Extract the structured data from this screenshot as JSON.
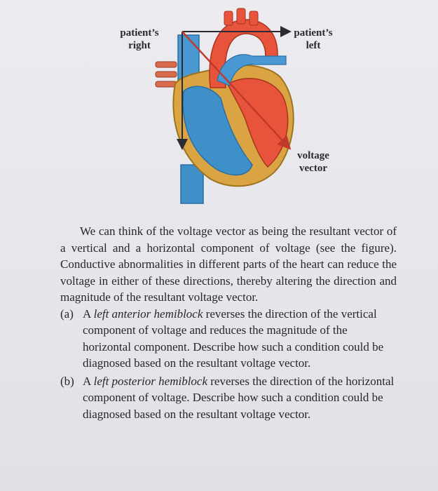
{
  "figure": {
    "label_right_line1": "patient’s",
    "label_right_line2": "right",
    "label_left_line1": "patient’s",
    "label_left_line2": "left",
    "label_voltage_line1": "voltage",
    "label_voltage_line2": "vector"
  },
  "intro": "We can think of the voltage vector as being the resultant vector of a vertical and a horizontal component of voltage (see the figure). Conductive abnormalities in different parts of the heart can reduce the voltage in either of these directions, thereby altering the direction and magnitude of the resultant voltage vector.",
  "item_a": {
    "tag": "(a)",
    "prefix": "A ",
    "term": "left anterior hemiblock",
    "rest": " reverses the direction of the vertical component of voltage and reduces the magnitude of the horizontal component. Describe how such a condition could be diagnosed based on the resultant voltage vector."
  },
  "item_b": {
    "tag": "(b)",
    "prefix": "A ",
    "term": "left posterior hemiblock",
    "rest": " reverses the direction of the horizontal component of voltage. Describe how such a condition could be diagnosed based on the resultant voltage vector."
  },
  "colors": {
    "arteries": "#e8533c",
    "veins": "#3f8fc9",
    "muscle": "#d9a441",
    "vector_lines": "#2b2b33",
    "diagonal_vector": "#c0392b"
  }
}
